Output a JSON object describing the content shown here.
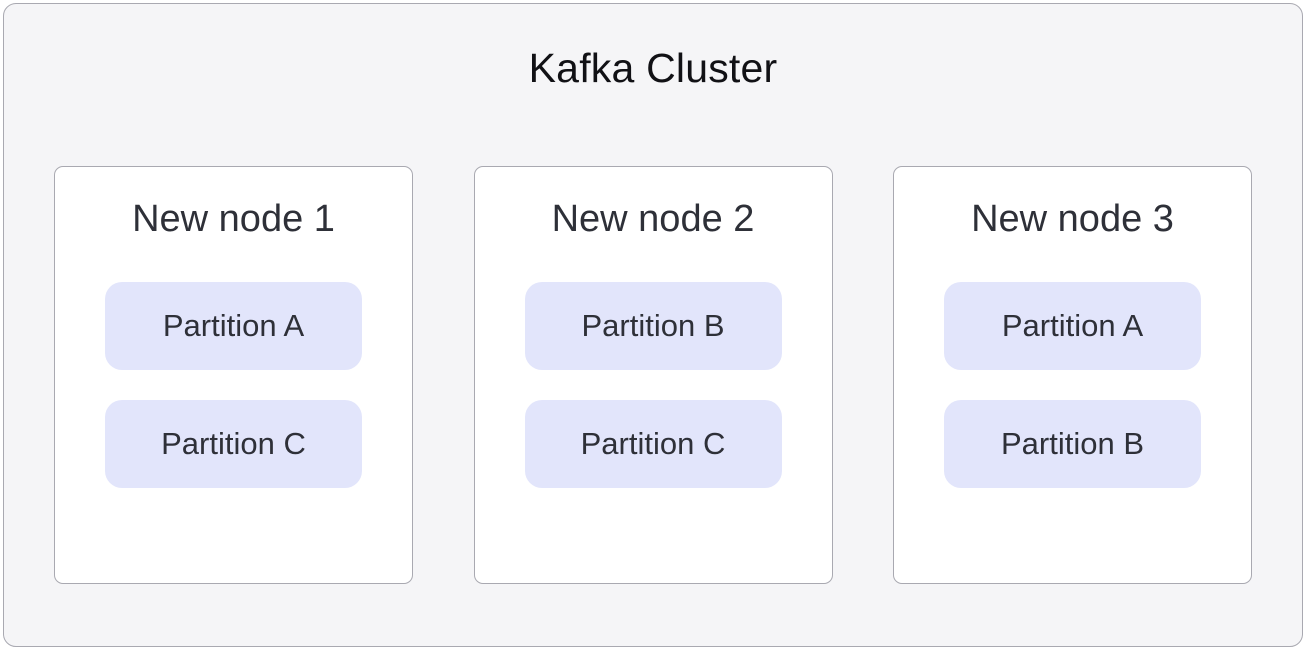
{
  "diagram": {
    "title": "Kafka Cluster",
    "type": "cluster-node-partition-diagram",
    "colors": {
      "cluster_background": "#f5f5f7",
      "cluster_border": "#a9a9b1",
      "node_background": "#ffffff",
      "node_border": "#a9a9b1",
      "partition_background": "#e2e5fb",
      "title_text": "#111115",
      "label_text": "#2e3038"
    },
    "nodes": [
      {
        "label": "New node 1",
        "partitions": [
          {
            "label": "Partition A"
          },
          {
            "label": "Partition C"
          }
        ]
      },
      {
        "label": "New node 2",
        "partitions": [
          {
            "label": "Partition B"
          },
          {
            "label": "Partition C"
          }
        ]
      },
      {
        "label": "New node 3",
        "partitions": [
          {
            "label": "Partition A"
          },
          {
            "label": "Partition B"
          }
        ]
      }
    ]
  }
}
